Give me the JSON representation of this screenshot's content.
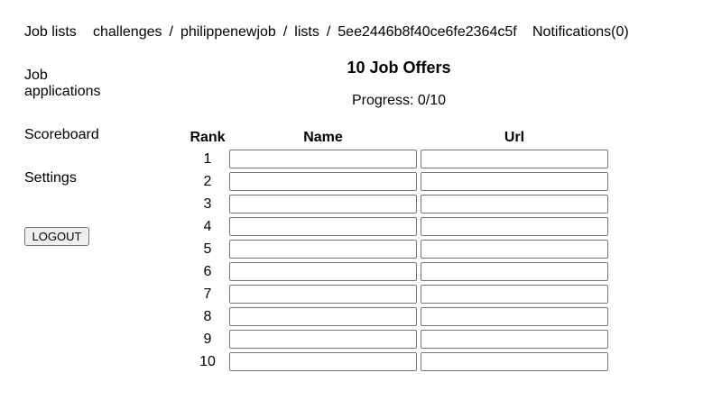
{
  "nav": {
    "job_lists": "Job lists",
    "notifications": "Notifications(0)"
  },
  "breadcrumb": [
    "challenges",
    "philippenewjob",
    "lists",
    "5ee2446b8f40ce6fe2364c5f"
  ],
  "sidebar": {
    "job_applications": "Job applications",
    "scoreboard": "Scoreboard",
    "settings": "Settings",
    "logout": "LOGOUT"
  },
  "main": {
    "title": "10 Job Offers",
    "progress": "Progress: 0/10",
    "headers": {
      "rank": "Rank",
      "name": "Name",
      "url": "Url"
    },
    "rows": [
      {
        "rank": "1",
        "name": "",
        "url": ""
      },
      {
        "rank": "2",
        "name": "",
        "url": ""
      },
      {
        "rank": "3",
        "name": "",
        "url": ""
      },
      {
        "rank": "4",
        "name": "",
        "url": ""
      },
      {
        "rank": "5",
        "name": "",
        "url": ""
      },
      {
        "rank": "6",
        "name": "",
        "url": ""
      },
      {
        "rank": "7",
        "name": "",
        "url": ""
      },
      {
        "rank": "8",
        "name": "",
        "url": ""
      },
      {
        "rank": "9",
        "name": "",
        "url": ""
      },
      {
        "rank": "10",
        "name": "",
        "url": ""
      }
    ]
  }
}
